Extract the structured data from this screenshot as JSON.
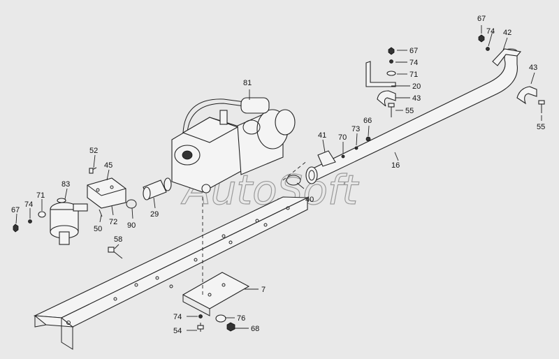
{
  "watermark": "AutoSoft",
  "callouts": {
    "c81": "81",
    "c67a": "67",
    "c74a": "74",
    "c42": "42",
    "c43a": "43",
    "c55a": "55",
    "c67b": "67",
    "c74b": "74",
    "c71a": "71",
    "c20": "20",
    "c43b": "43",
    "c55b": "55",
    "c66": "66",
    "c73": "73",
    "c70": "70",
    "c41": "41",
    "c16": "16",
    "c40": "40",
    "c52": "52",
    "c45": "45",
    "c83": "83",
    "c71b": "71",
    "c74c": "74",
    "c67c": "67",
    "c50": "50",
    "c72": "72",
    "c90": "90",
    "c29": "29",
    "c58": "58",
    "c7": "7",
    "c74d": "74",
    "c76": "76",
    "c54": "54",
    "c68": "68"
  }
}
